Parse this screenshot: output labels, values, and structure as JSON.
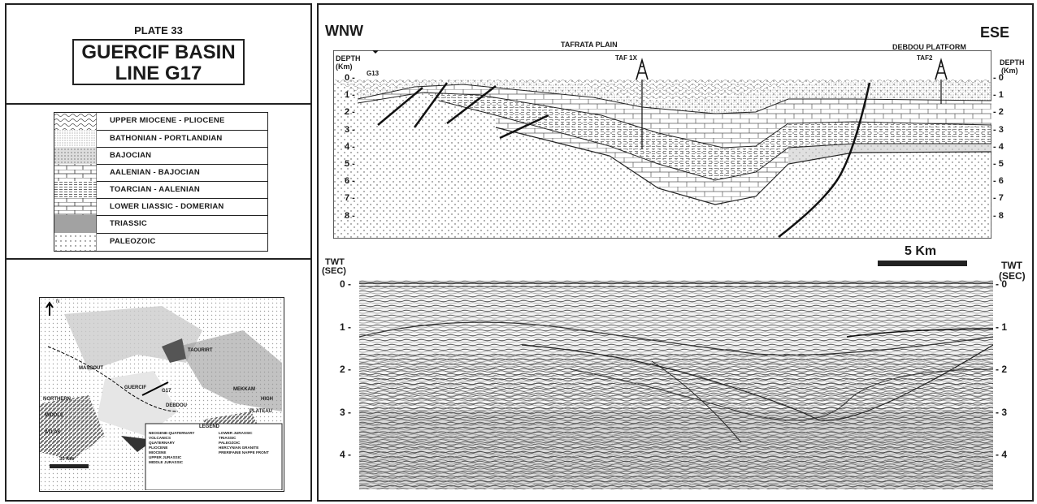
{
  "left": {
    "plate": "PLATE 33",
    "title1": "GUERCIF BASIN",
    "title2": "LINE G17",
    "legend": [
      {
        "label": "UPPER MIOCENE - PLIOCENE",
        "pattern": "wave"
      },
      {
        "label": "BATHONIAN - PORTLANDIAN",
        "pattern": "fine-dots"
      },
      {
        "label": "BAJOCIAN",
        "pattern": "stipple"
      },
      {
        "label": "AALENIAN - BAJOCIAN",
        "pattern": "brick"
      },
      {
        "label": "TOARCIAN - AALENIAN",
        "pattern": "dash"
      },
      {
        "label": "LOWER LIASSIC - DOMERIAN",
        "pattern": "brick2"
      },
      {
        "label": "TRIASSIC",
        "pattern": "dense"
      },
      {
        "label": "PALEOZOIC",
        "pattern": "dots"
      }
    ],
    "map": {
      "labels": {
        "north_arrow": "N",
        "massout": "MASSOUT",
        "taourirt": "TAOURIRT",
        "guercif": "GUERCIF",
        "g17": "G17",
        "debdou": "DEBDOU",
        "meguami": "MEKKAM",
        "high": "HIGH",
        "plateau": "PLATEAU",
        "northern": "NORTHERN",
        "middle": "MIDDLE",
        "atlas": "ATLAS",
        "legend_title": "LEGEND",
        "scale": "30 Km"
      },
      "legend_items": [
        "NEOGENE-QUATERNARY VOLCANICS",
        "QUATERNARY",
        "PLIOCENE",
        "MIOCENE",
        "UPPER JURASSIC",
        "MIDDLE JURASSIC",
        "LOWER JURASSIC",
        "TRIASSIC",
        "PALEOZOIC",
        "HERCYNIAN GRANITE",
        "PRERIFAINE NAPPE FRONT"
      ]
    }
  },
  "section": {
    "wnw": "WNW",
    "ese": "ESE",
    "tafrata": "TAFRATA PLAIN",
    "debdou": "DEBDOU PLATFORM",
    "g13": "G13",
    "taf1x": "TAF 1X",
    "taf2": "TAF2",
    "depth_left_1": "DEPTH",
    "depth_left_2": "(Km)",
    "depth_right_1": "DEPTH",
    "depth_right_2": "(Km)",
    "depth_ticks": [
      "0",
      "1",
      "2",
      "3",
      "4",
      "5",
      "6",
      "7",
      "8"
    ],
    "scale_label": "5 Km"
  },
  "seismic": {
    "twt_left_1": "TWT",
    "twt_left_2": "(SEC)",
    "twt_right_1": "TWT",
    "twt_right_2": "(SEC)",
    "ticks": [
      "0",
      "1",
      "2",
      "3",
      "4"
    ]
  }
}
